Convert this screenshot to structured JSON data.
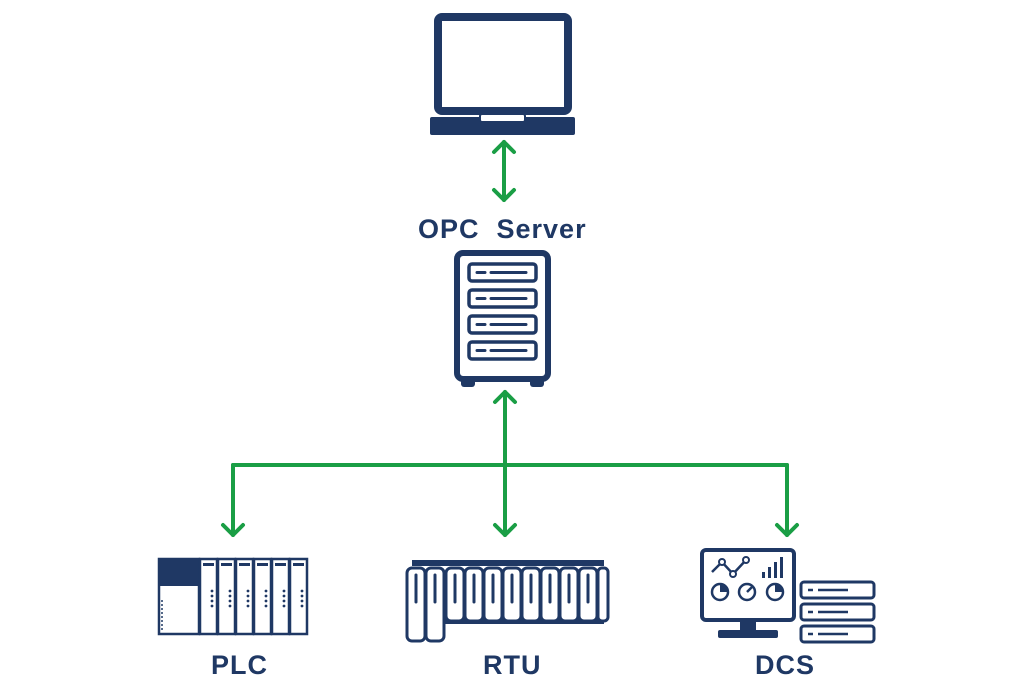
{
  "nodes": {
    "laptop": {
      "icon": "laptop-icon"
    },
    "opc_server": {
      "label": "OPC  Server",
      "icon": "server-rack-icon"
    },
    "plc": {
      "label": "PLC",
      "icon": "plc-module-icon"
    },
    "rtu": {
      "label": "RTU",
      "icon": "rtu-module-icon"
    },
    "dcs": {
      "label": "DCS",
      "icon": "dcs-monitor-icon"
    }
  },
  "edges": [
    {
      "from": "laptop",
      "to": "opc_server",
      "direction": "both"
    },
    {
      "from": "opc_server",
      "to": "plc",
      "direction": "both"
    },
    {
      "from": "opc_server",
      "to": "rtu",
      "direction": "both"
    },
    {
      "from": "opc_server",
      "to": "dcs",
      "direction": "both"
    }
  ],
  "colors": {
    "icon": "#1f3864",
    "connector": "#1a9e45",
    "background": "#ffffff"
  }
}
